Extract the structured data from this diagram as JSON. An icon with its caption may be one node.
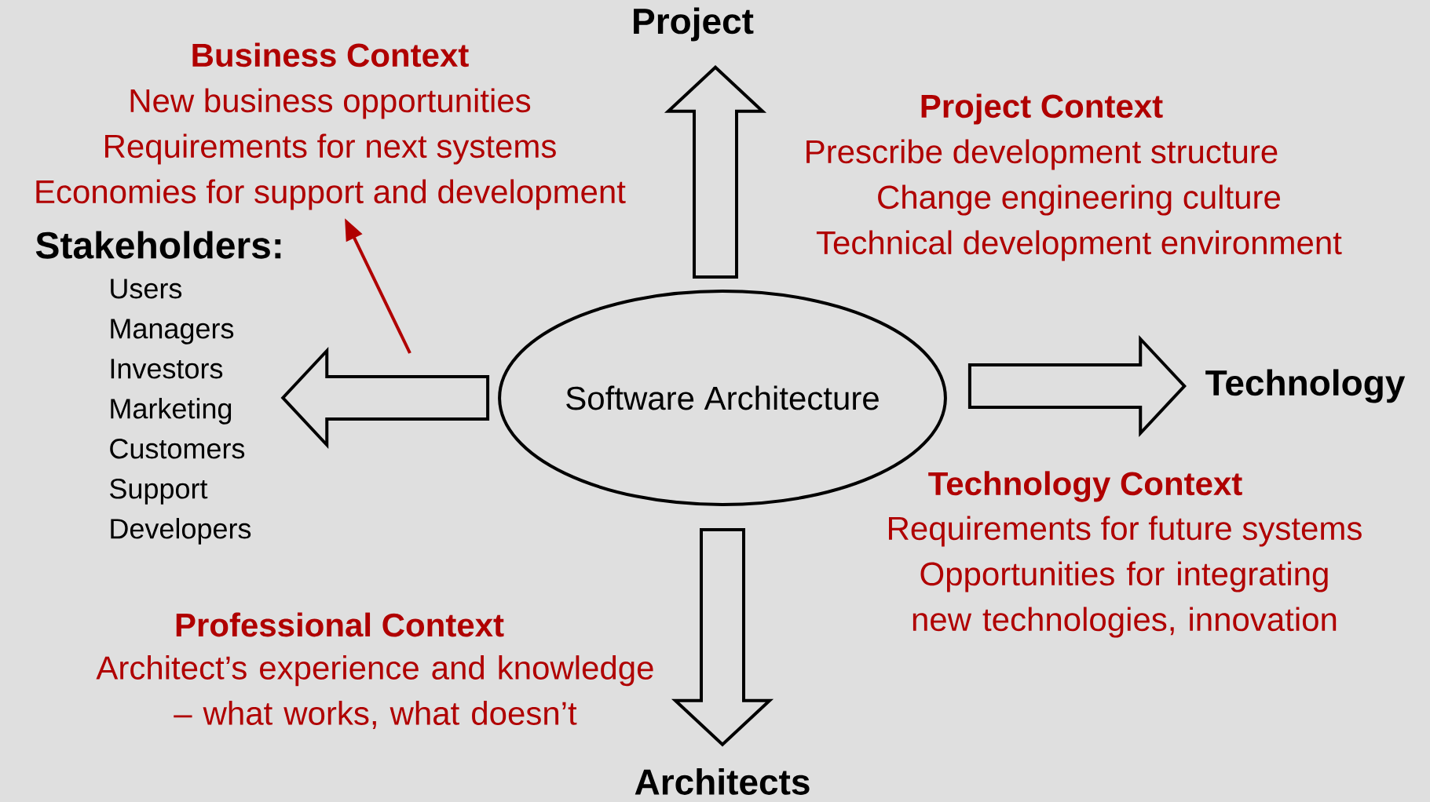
{
  "diagram": {
    "nodes": [
      {
        "text": [
          "Software Architecture"
        ]
      },
      {
        "text": [
          "Project"
        ]
      },
      {
        "text": [
          "Technology"
        ]
      },
      {
        "text": [
          "Architects"
        ]
      },
      {
        "text": [
          "Stakeholders:",
          "Users",
          "Managers",
          "Investors",
          "Marketing",
          "Customers",
          "Support",
          "Developers"
        ]
      },
      {
        "text": [
          "Business Context",
          "New business opportunities",
          "Requirements for next systems",
          "Economies for support and development"
        ]
      }
    ],
    "edges": [
      {
        "from": 0,
        "to": 1,
        "arrow": "to",
        "style": "thick"
      },
      {
        "from": 0,
        "to": 2,
        "arrow": "to",
        "style": "thick"
      },
      {
        "from": 0,
        "to": 3,
        "arrow": "to",
        "style": "thick"
      },
      {
        "from": 0,
        "to": 4,
        "arrow": "to",
        "style": "thick"
      },
      {
        "from": null,
        "to": 5,
        "arrow": "to",
        "color": "#b00000"
      }
    ],
    "labels": [
      "Project Context",
      "Prescribe development structure",
      "Change engineering culture",
      "Technical development environment",
      "Technology Context",
      "Requirements for future systems",
      "Opportunities for integrating new technologies, innovation",
      "Professional Context",
      "Architect’s experience and knowledge – what works, what doesn’t"
    ]
  }
}
